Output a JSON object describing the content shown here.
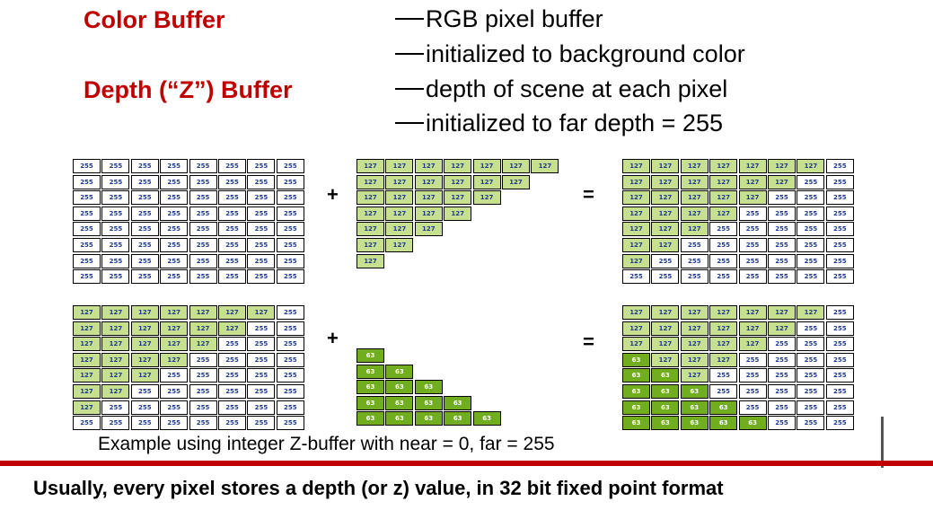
{
  "header": {
    "color_buffer_label": "Color Buffer",
    "depth_buffer_label": "Depth (“Z”) Buffer",
    "lines": [
      "RGB pixel buffer",
      "initialized to background color",
      "depth of scene at each pixel",
      "initialized to far depth = 255"
    ]
  },
  "operators": {
    "plus": "+",
    "equals": "="
  },
  "grids": {
    "row1_left": [
      [
        "255",
        "255",
        "255",
        "255",
        "255",
        "255",
        "255",
        "255"
      ],
      [
        "255",
        "255",
        "255",
        "255",
        "255",
        "255",
        "255",
        "255"
      ],
      [
        "255",
        "255",
        "255",
        "255",
        "255",
        "255",
        "255",
        "255"
      ],
      [
        "255",
        "255",
        "255",
        "255",
        "255",
        "255",
        "255",
        "255"
      ],
      [
        "255",
        "255",
        "255",
        "255",
        "255",
        "255",
        "255",
        "255"
      ],
      [
        "255",
        "255",
        "255",
        "255",
        "255",
        "255",
        "255",
        "255"
      ],
      [
        "255",
        "255",
        "255",
        "255",
        "255",
        "255",
        "255",
        "255"
      ],
      [
        "255",
        "255",
        "255",
        "255",
        "255",
        "255",
        "255",
        "255"
      ]
    ],
    "row1_mid": [
      [
        "127",
        "127",
        "127",
        "127",
        "127",
        "127",
        "127"
      ],
      [
        "127",
        "127",
        "127",
        "127",
        "127",
        "127"
      ],
      [
        "127",
        "127",
        "127",
        "127",
        "127"
      ],
      [
        "127",
        "127",
        "127",
        "127"
      ],
      [
        "127",
        "127",
        "127"
      ],
      [
        "127",
        "127"
      ],
      [
        "127"
      ]
    ],
    "row1_right": [
      [
        "127",
        "127",
        "127",
        "127",
        "127",
        "127",
        "127",
        "255"
      ],
      [
        "127",
        "127",
        "127",
        "127",
        "127",
        "127",
        "255",
        "255"
      ],
      [
        "127",
        "127",
        "127",
        "127",
        "127",
        "255",
        "255",
        "255"
      ],
      [
        "127",
        "127",
        "127",
        "127",
        "255",
        "255",
        "255",
        "255"
      ],
      [
        "127",
        "127",
        "127",
        "255",
        "255",
        "255",
        "255",
        "255"
      ],
      [
        "127",
        "127",
        "255",
        "255",
        "255",
        "255",
        "255",
        "255"
      ],
      [
        "127",
        "255",
        "255",
        "255",
        "255",
        "255",
        "255",
        "255"
      ],
      [
        "255",
        "255",
        "255",
        "255",
        "255",
        "255",
        "255",
        "255"
      ]
    ],
    "row2_left": [
      [
        "127",
        "127",
        "127",
        "127",
        "127",
        "127",
        "127",
        "255"
      ],
      [
        "127",
        "127",
        "127",
        "127",
        "127",
        "127",
        "255",
        "255"
      ],
      [
        "127",
        "127",
        "127",
        "127",
        "127",
        "255",
        "255",
        "255"
      ],
      [
        "127",
        "127",
        "127",
        "127",
        "255",
        "255",
        "255",
        "255"
      ],
      [
        "127",
        "127",
        "127",
        "255",
        "255",
        "255",
        "255",
        "255"
      ],
      [
        "127",
        "127",
        "255",
        "255",
        "255",
        "255",
        "255",
        "255"
      ],
      [
        "127",
        "255",
        "255",
        "255",
        "255",
        "255",
        "255",
        "255"
      ],
      [
        "255",
        "255",
        "255",
        "255",
        "255",
        "255",
        "255",
        "255"
      ]
    ],
    "row2_mid": [
      [
        "63"
      ],
      [
        "63",
        "63"
      ],
      [
        "63",
        "63",
        "63"
      ],
      [
        "63",
        "63",
        "63",
        "63"
      ],
      [
        "63",
        "63",
        "63",
        "63",
        "63"
      ]
    ],
    "row2_right": [
      [
        "127",
        "127",
        "127",
        "127",
        "127",
        "127",
        "127",
        "255"
      ],
      [
        "127",
        "127",
        "127",
        "127",
        "127",
        "127",
        "255",
        "255"
      ],
      [
        "127",
        "127",
        "127",
        "127",
        "127",
        "255",
        "255",
        "255"
      ],
      [
        "63",
        "127",
        "127",
        "127",
        "255",
        "255",
        "255",
        "255"
      ],
      [
        "63",
        "63",
        "127",
        "255",
        "255",
        "255",
        "255",
        "255"
      ],
      [
        "63",
        "63",
        "63",
        "255",
        "255",
        "255",
        "255",
        "255"
      ],
      [
        "63",
        "63",
        "63",
        "63",
        "255",
        "255",
        "255",
        "255"
      ],
      [
        "63",
        "63",
        "63",
        "63",
        "63",
        "255",
        "255",
        "255"
      ]
    ]
  },
  "caption": "Example using integer Z-buffer with near = 0, far = 255",
  "footer": "Usually, every pixel stores a depth (or z) value, in 32 bit fixed point format",
  "colors": {
    "title_red": "#c00000",
    "cell_127": "#c6e08f",
    "cell_63": "#70ad1f",
    "cell_255": "#ffffff"
  }
}
